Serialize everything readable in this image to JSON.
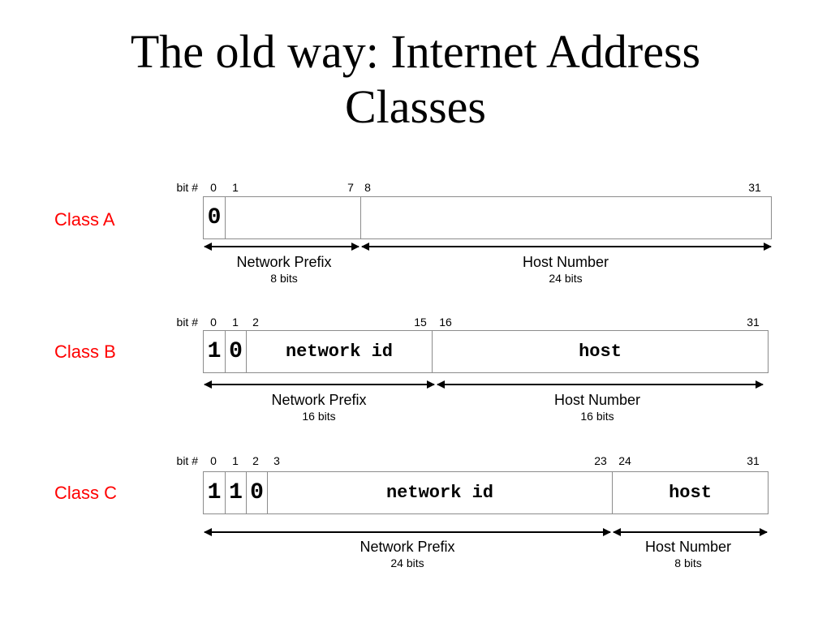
{
  "title": {
    "line1": "The old way: Internet Address",
    "line2": "Classes"
  },
  "colors": {
    "class_label": "#ff0000",
    "text": "#000000",
    "box_border": "#8c8c8c"
  },
  "bit_label": "bit #",
  "classes": [
    {
      "label": "Class A",
      "bit_ticks": [
        "0",
        "1",
        "7",
        "8",
        "31"
      ],
      "leading_bits": [
        "0"
      ],
      "fields": [
        "",
        ""
      ],
      "prefix": {
        "name": "Network Prefix",
        "bits": "8 bits"
      },
      "host": {
        "name": "Host Number",
        "bits": "24 bits"
      }
    },
    {
      "label": "Class B",
      "bit_ticks": [
        "0",
        "1",
        "2",
        "15",
        "16",
        "31"
      ],
      "leading_bits": [
        "1",
        "0"
      ],
      "fields": [
        "network id",
        "host"
      ],
      "prefix": {
        "name": "Network Prefix",
        "bits": "16 bits"
      },
      "host": {
        "name": "Host Number",
        "bits": "16 bits"
      }
    },
    {
      "label": "Class C",
      "bit_ticks": [
        "0",
        "1",
        "2",
        "3",
        "23",
        "24",
        "31"
      ],
      "leading_bits": [
        "1",
        "1",
        "0"
      ],
      "fields": [
        "network id",
        "host"
      ],
      "prefix": {
        "name": "Network Prefix",
        "bits": "24 bits"
      },
      "host": {
        "name": "Host Number",
        "bits": "8 bits"
      }
    }
  ]
}
